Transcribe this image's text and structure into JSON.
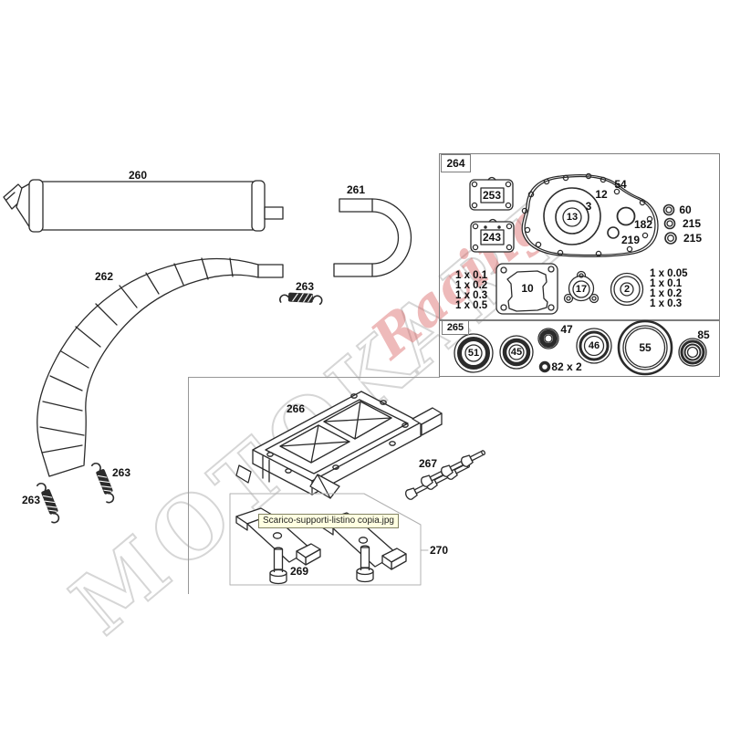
{
  "watermark": {
    "text": "MOTOKART",
    "accent_text": "Racing"
  },
  "tooltip": {
    "filename": "Scarico-supporti-listino copia.jpg"
  },
  "labels": {
    "silencer": "260",
    "elbow": "261",
    "chamber": "262",
    "spring_a": "263",
    "spring_b": "263",
    "spring_c": "263",
    "box264": "264",
    "reed_gasket": "253",
    "reed_valve": "243",
    "n13": "13",
    "n3": "3",
    "n12": "12",
    "n54": "54",
    "n182": "182",
    "n219": "219",
    "n60": "60",
    "n215a": "215",
    "n215b": "215",
    "n10": "10",
    "n17": "17",
    "n2": "2",
    "box265": "265",
    "n51": "51",
    "n45": "45",
    "n47": "47",
    "n46": "46",
    "n55": "55",
    "n85": "85",
    "n82": "82 x 2",
    "mount": "266",
    "screws": "267",
    "bolt": "269",
    "bracket_set": "270"
  },
  "dimensions": {
    "cylinder_gasket": [
      "1 x 0.1",
      "1 x 0.2",
      "1 x 0.3",
      "1 x 0.5"
    ],
    "head_oring": [
      "1 x 0.05",
      "1 x 0.1",
      "1 x 0.2",
      "1 x 0.3"
    ]
  }
}
